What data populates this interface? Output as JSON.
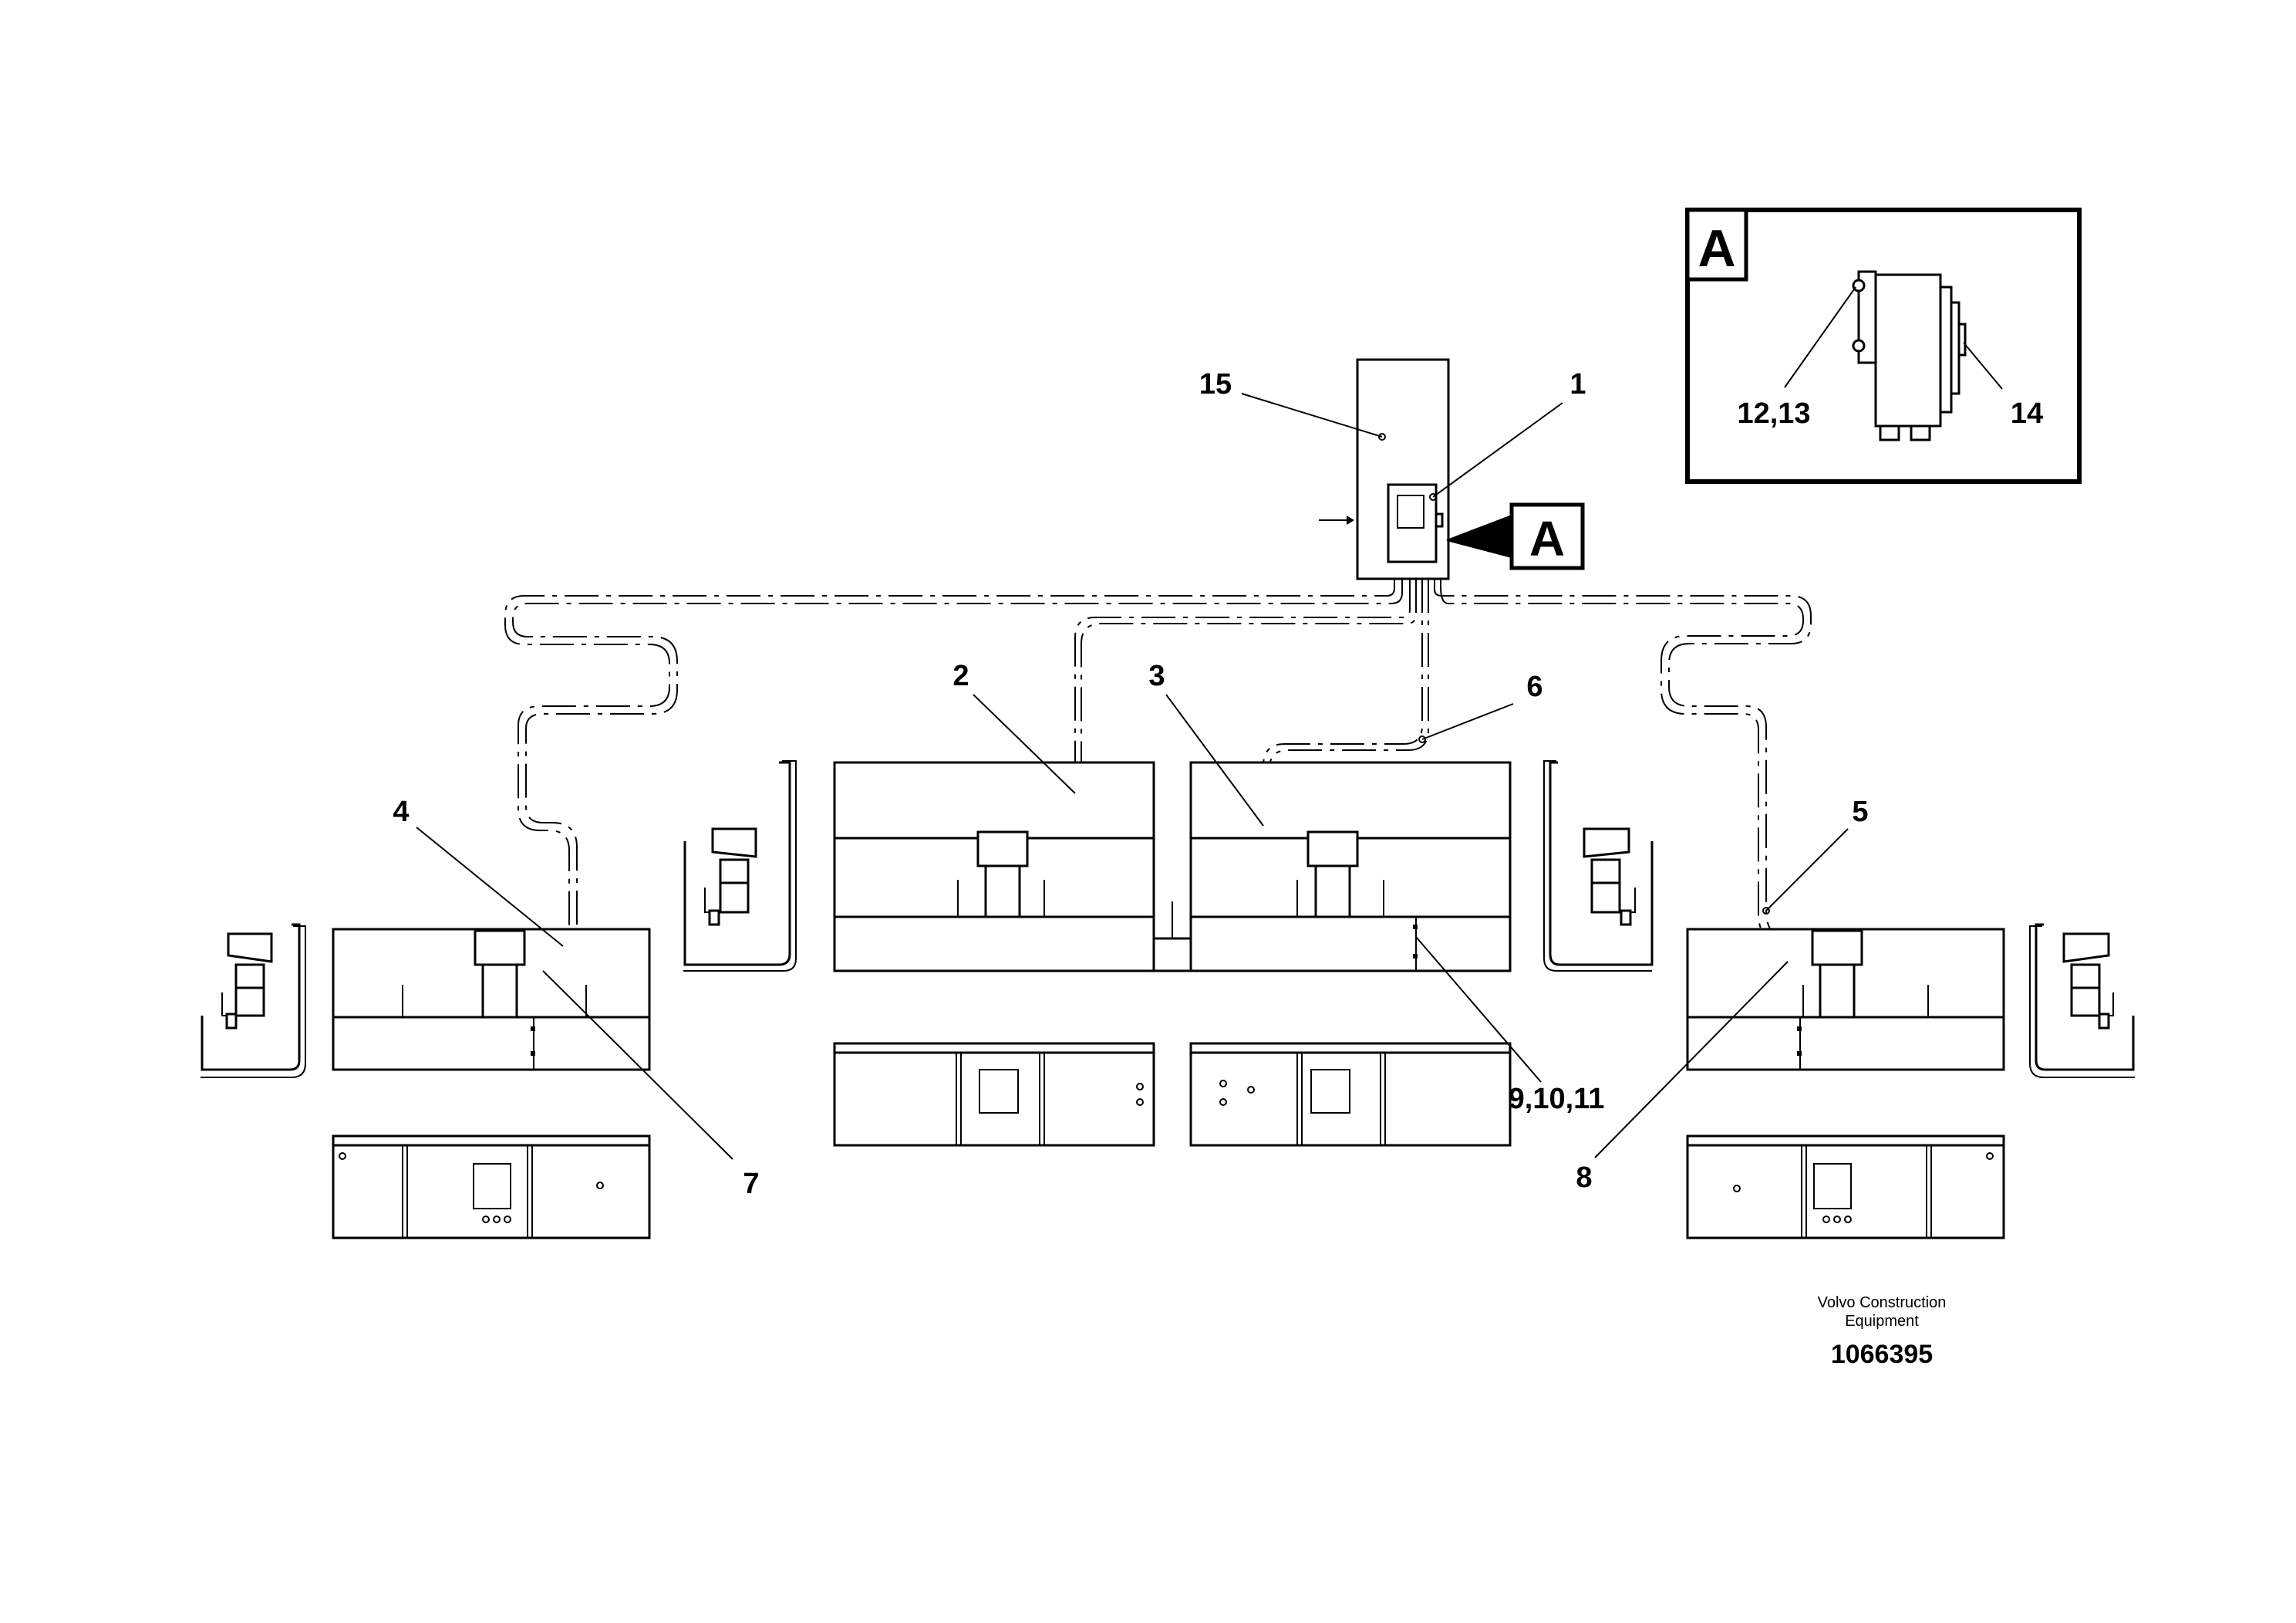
{
  "callouts": {
    "c1": "1",
    "c2": "2",
    "c3": "3",
    "c4": "4",
    "c5": "5",
    "c6": "6",
    "c7": "7",
    "c8": "8",
    "c9_10_11": "9,10,11",
    "c15": "15"
  },
  "detail": {
    "marker_label": "A",
    "inset_label": "A",
    "c12_13": "12,13",
    "c14": "14"
  },
  "footer": {
    "company_line1": "Volvo Construction",
    "company_line2": "Equipment",
    "drawing_number": "1066395"
  }
}
